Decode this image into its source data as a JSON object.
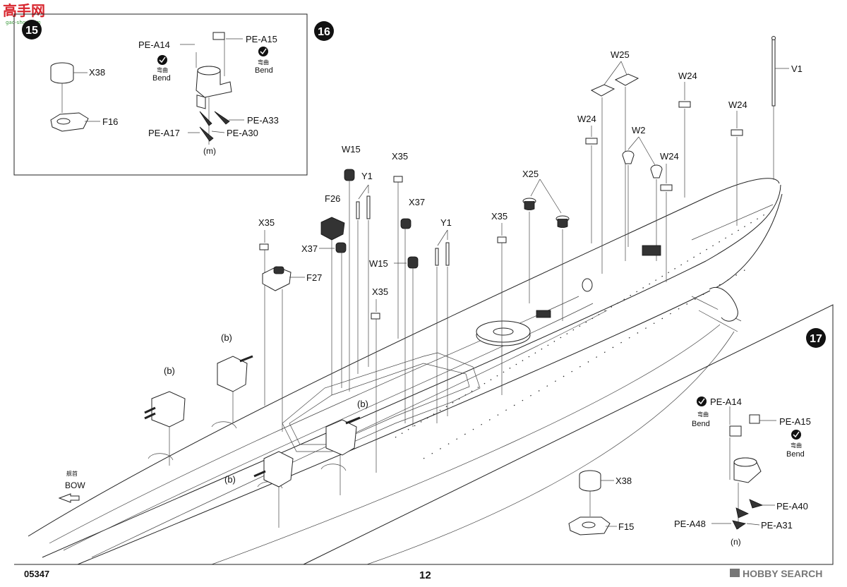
{
  "header": {
    "logo_text": "高手网",
    "logo_url": "gao-shou.com"
  },
  "steps": {
    "s15": "15",
    "s16": "16",
    "s17": "17"
  },
  "panel15": {
    "x38": "X38",
    "f16": "F16",
    "pe_a14": "PE-A14",
    "pe_a15": "PE-A15",
    "pe_a33": "PE-A33",
    "pe_a17": "PE-A17",
    "pe_a30": "PE-A30",
    "bend_cn_1": "弯曲",
    "bend_en_1": "Bend",
    "bend_cn_2": "弯曲",
    "bend_en_2": "Bend",
    "sub": "(m)"
  },
  "panel16": {
    "w15_a": "W15",
    "y1_a": "Y1",
    "x35_a": "X35",
    "f26": "F26",
    "x37_a": "X37",
    "x35_b": "X35",
    "x37_b": "X37",
    "f27": "F27",
    "w15_b": "W15",
    "y1_b": "Y1",
    "x35_c": "X35",
    "x35_d": "X35",
    "x25": "X25",
    "w25": "W25",
    "w24_a": "W24",
    "w2": "W2",
    "w24_b": "W24",
    "w24_c": "W24",
    "w24_d": "W24",
    "v1": "V1",
    "b1": "(b)",
    "b2": "(b)",
    "b3": "(b)",
    "b4": "(b)",
    "bow_cn": "舰首",
    "bow_en": "BOW"
  },
  "panel17": {
    "pe_a14": "PE-A14",
    "pe_a15": "PE-A15",
    "bend_cn_1": "弯曲",
    "bend_en_1": "Bend",
    "bend_cn_2": "弯曲",
    "bend_en_2": "Bend",
    "x38": "X38",
    "f15": "F15",
    "pe_a40": "PE-A40",
    "pe_a48": "PE-A48",
    "pe_a31": "PE-A31",
    "sub": "(n)"
  },
  "footer": {
    "code": "05347",
    "page": "12",
    "watermark": "HOBBY SEARCH"
  },
  "colors": {
    "ink": "#111111",
    "logo_red": "#d8262e",
    "logo_green": "#3a9a3a"
  }
}
